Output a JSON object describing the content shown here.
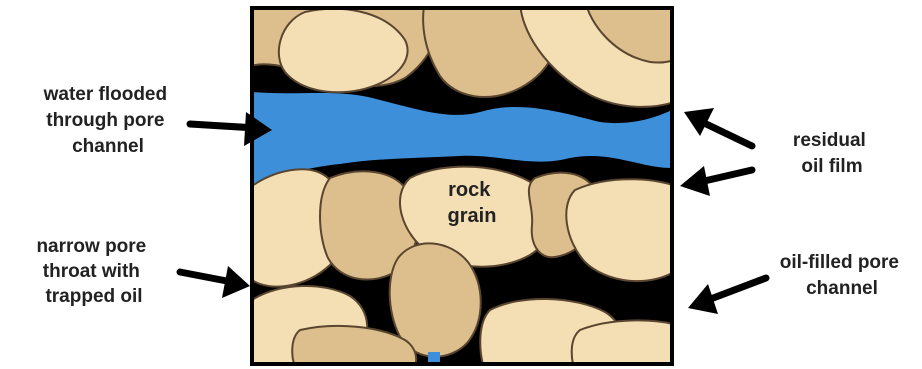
{
  "colors": {
    "background": "#ffffff",
    "pore_fill": "#000000",
    "water": "#3d8fd9",
    "grain_light": "#f4dfb5",
    "grain_mid": "#dcbf8c",
    "grain_dark": "#bf9d6b",
    "outline": "#5a4630",
    "label": "#222222"
  },
  "labels": {
    "water_flooded": [
      "water flooded",
      "through pore",
      "channel"
    ],
    "residual_oil": [
      "residual",
      "oil film"
    ],
    "rock_grain": [
      "rock",
      "grain"
    ],
    "narrow_throat": [
      "narrow pore",
      "throat with",
      "trapped oil"
    ],
    "oil_filled": [
      "oil-filled pore",
      "channel"
    ]
  }
}
